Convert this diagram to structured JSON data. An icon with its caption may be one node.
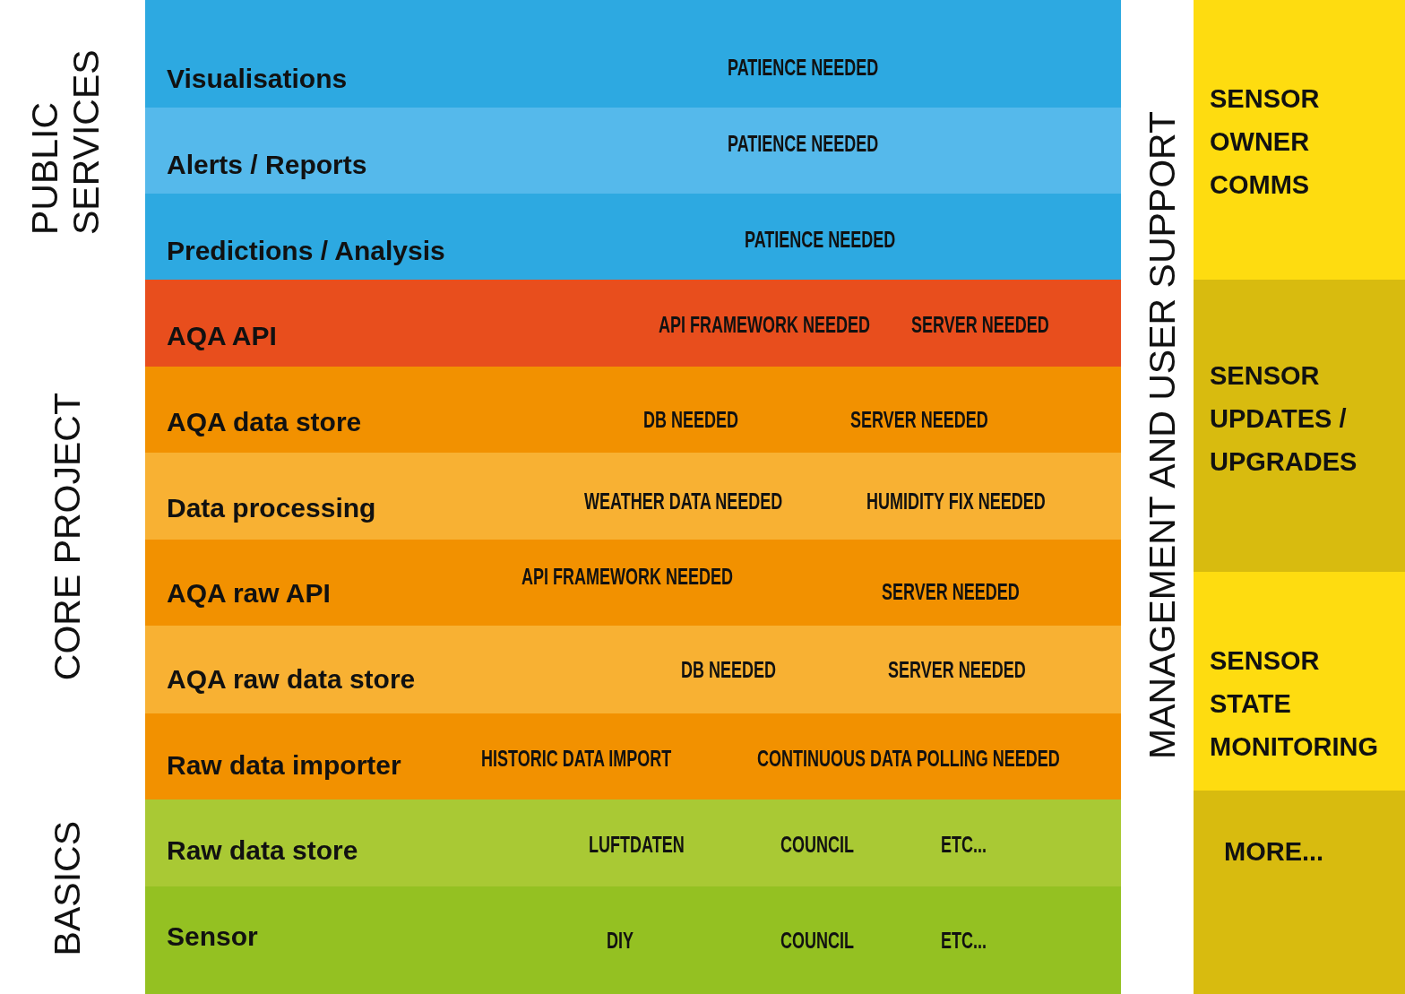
{
  "diagram": {
    "nodes": [
      {
        "text": [
          "Visualisations",
          "PATIENCE NEEDED"
        ]
      },
      {
        "text": [
          "Alerts / Reports",
          "PATIENCE NEEDED"
        ]
      },
      {
        "text": [
          "Predictions / Analysis",
          "PATIENCE NEEDED"
        ]
      },
      {
        "text": [
          "AQA API",
          "API FRAMEWORK NEEDED",
          "SERVER NEEDED"
        ]
      },
      {
        "text": [
          "AQA data store",
          "DB NEEDED",
          "SERVER NEEDED"
        ]
      },
      {
        "text": [
          "Data processing",
          "WEATHER DATA NEEDED",
          "HUMIDITY FIX NEEDED"
        ]
      },
      {
        "text": [
          "AQA raw API",
          "API FRAMEWORK NEEDED",
          "SERVER NEEDED"
        ]
      },
      {
        "text": [
          "AQA raw data store",
          "DB NEEDED",
          "SERVER NEEDED"
        ]
      },
      {
        "text": [
          "Raw data importer",
          "HISTORIC DATA IMPORT",
          "CONTINUOUS DATA POLLING NEEDED"
        ]
      },
      {
        "text": [
          "Raw data store",
          "LUFTDATEN",
          "COUNCIL",
          "ETC..."
        ]
      },
      {
        "text": [
          "Sensor",
          "DIY",
          "COUNCIL",
          "ETC..."
        ]
      },
      {
        "text": [
          "SENSOR OWNER COMMS"
        ]
      },
      {
        "text": [
          "SENSOR UPDATES / UPGRADES"
        ]
      },
      {
        "text": [
          "SENSOR STATE MONITORING"
        ]
      },
      {
        "text": [
          "MORE..."
        ]
      }
    ],
    "labels": [
      "PUBLIC SERVICES",
      "CORE PROJECT",
      "BASICS",
      "MANAGEMENT AND USER SUPPORT"
    ]
  }
}
